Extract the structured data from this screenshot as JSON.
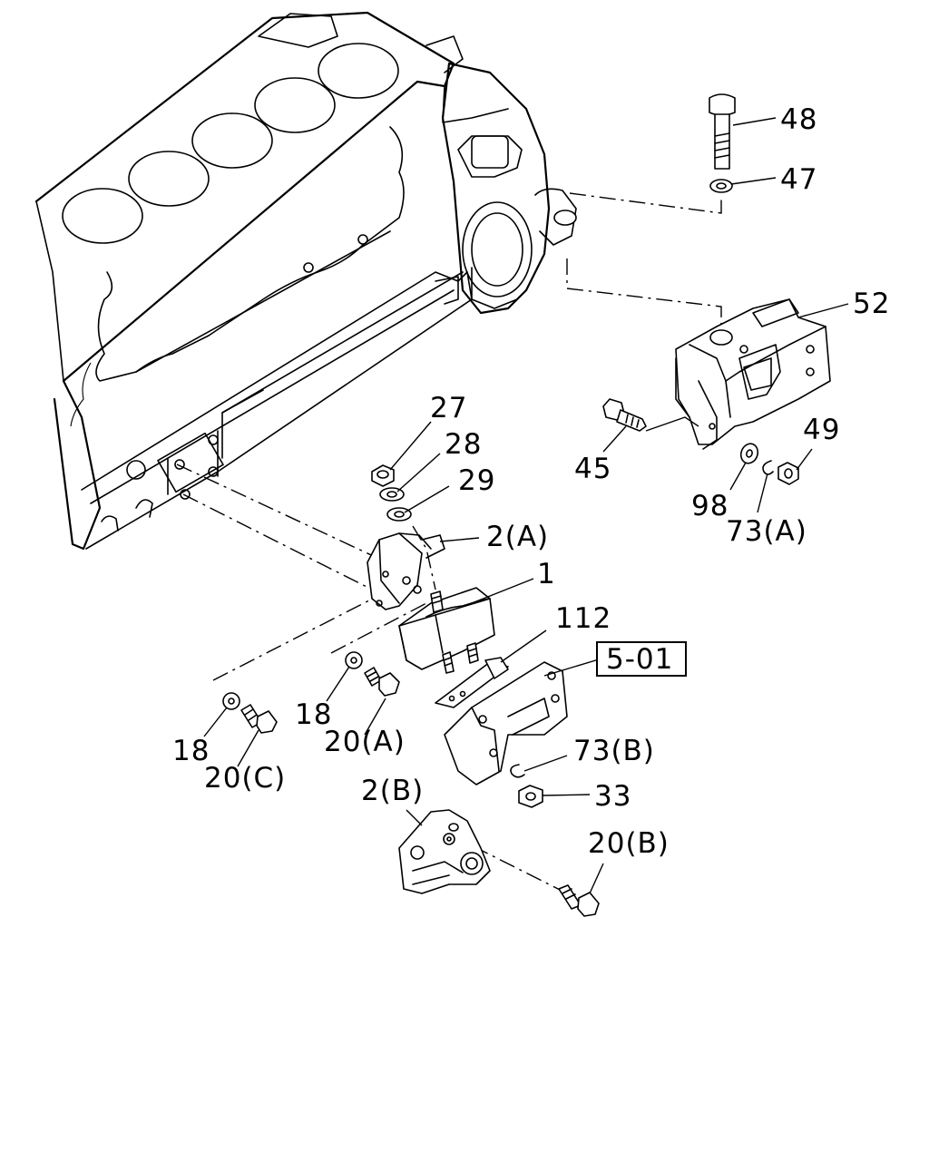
{
  "diagram": {
    "callouts": {
      "c48": "48",
      "c47": "47",
      "c52": "52",
      "c27": "27",
      "c28": "28",
      "c29": "29",
      "c2a": "2(A)",
      "c1": "1",
      "c112": "112",
      "c45": "45",
      "c49": "49",
      "c98": "98",
      "c73a": "73(A)",
      "c18a": "18",
      "c20a": "20(A)",
      "c18c": "18",
      "c20c": "20(C)",
      "c73b": "73(B)",
      "c33": "33",
      "c2b": "2(B)",
      "c20b": "20(B)"
    },
    "reference": "5-01"
  }
}
